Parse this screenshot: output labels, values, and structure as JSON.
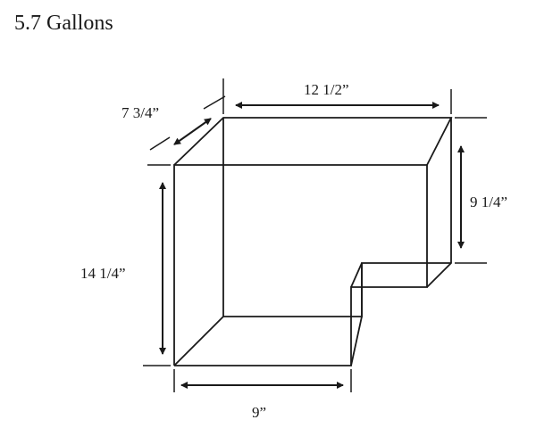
{
  "title": "5.7 Gallons",
  "dimensions": {
    "depth": "7 3/4”",
    "top_width": "12 1/2”",
    "short_height": "9 1/4”",
    "tall_height": "14 1/4”",
    "bottom_width": "9”"
  }
}
